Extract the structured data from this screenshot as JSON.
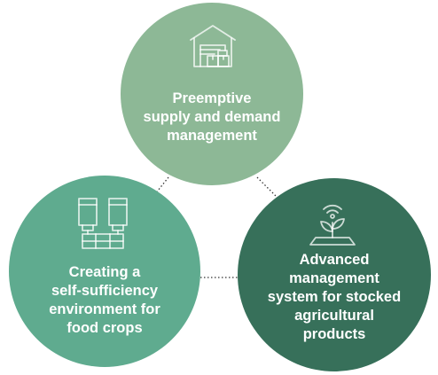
{
  "diagram": {
    "nodes": [
      {
        "id": "top",
        "label": "Preemptive\nsupply and demand\nmanagement",
        "icon": "warehouse-icon",
        "color": "#8db896"
      },
      {
        "id": "left",
        "label": "Creating a\nself-sufficiency\nenvironment for\nfood crops",
        "icon": "storage-bins-icon",
        "color": "#5fab8f"
      },
      {
        "id": "right",
        "label": "Advanced\nmanagement\nsystem for stocked\nagricultural\nproducts",
        "icon": "smart-sprout-icon",
        "color": "#37705a"
      }
    ],
    "connectors": [
      {
        "from": "top",
        "to": "left",
        "style": "dotted"
      },
      {
        "from": "top",
        "to": "right",
        "style": "dotted"
      },
      {
        "from": "left",
        "to": "right",
        "style": "dotted"
      }
    ]
  }
}
